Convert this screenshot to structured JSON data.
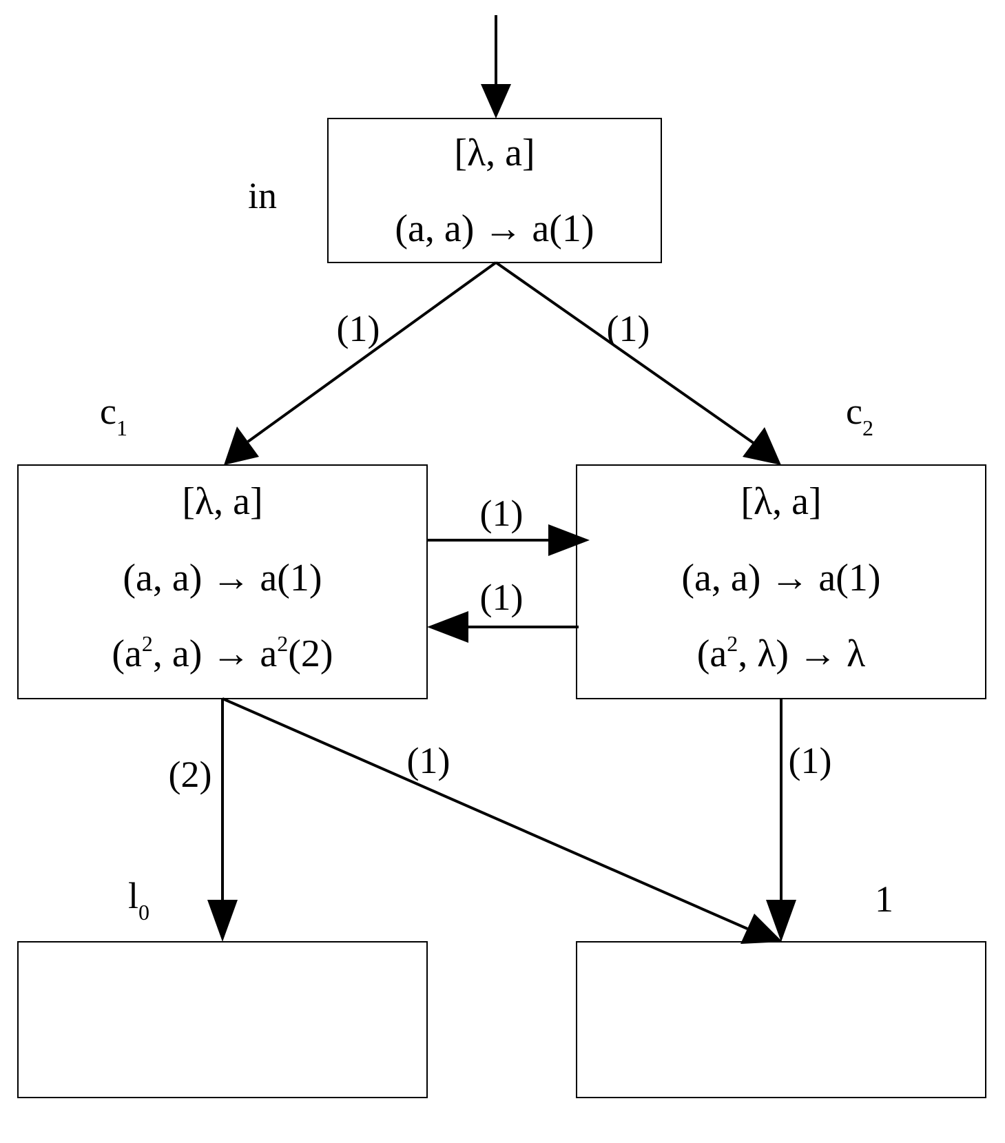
{
  "nodes": {
    "in": {
      "name": "in",
      "header": "[λ, a]",
      "rules": [
        "(a, a) → a(1)"
      ]
    },
    "c1": {
      "name_base": "c",
      "name_sub": "1",
      "header": "[λ, a]",
      "rule1": "(a, a) → a(1)",
      "rule2": {
        "p1": "(a",
        "s1": "2",
        "p2": ", a) → a",
        "s2": "2",
        "p3": "(2)"
      }
    },
    "c2": {
      "name_base": "c",
      "name_sub": "2",
      "header": "[λ, a]",
      "rule1": "(a, a) → a(1)",
      "rule2": {
        "p1": "(a",
        "s1": "2",
        "p2": ", λ) → λ"
      }
    },
    "l0": {
      "name_base": "l",
      "name_sub": "0"
    },
    "one": {
      "name": "1"
    }
  },
  "edges": {
    "in_c1": "(1)",
    "in_c2": "(1)",
    "c1_c2": "(1)",
    "c2_c1": "(1)",
    "c1_l0": "(2)",
    "c1_one": "(1)",
    "c2_one": "(1)"
  }
}
